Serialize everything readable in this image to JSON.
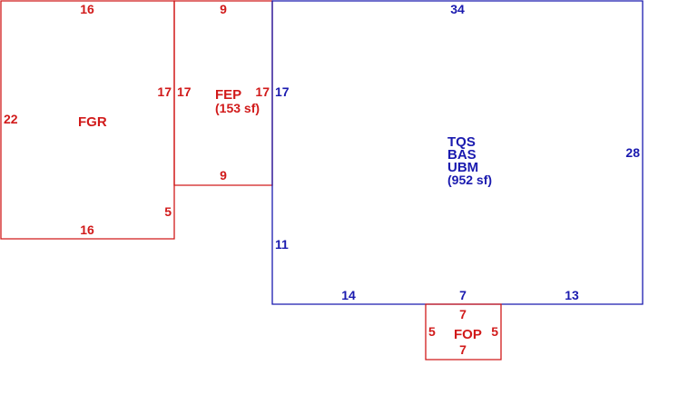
{
  "colors": {
    "red": "#d11a1a",
    "blue": "#1a1aaf"
  },
  "areas": {
    "fgr": {
      "labels": [
        "FGR"
      ],
      "dims": {
        "top": "16",
        "left": "22",
        "right": "17",
        "bottom_right": "5",
        "bottom": "16"
      }
    },
    "fep": {
      "labels": [
        "FEP",
        "(153 sf)"
      ],
      "dims": {
        "top": "9",
        "left": "17",
        "right": "17",
        "bottom": "9"
      }
    },
    "main": {
      "labels": [
        "TQS",
        "BAS",
        "UBM",
        "(952 sf)"
      ],
      "dims": {
        "top": "34",
        "left_upper": "17",
        "left_lower": "11",
        "right": "28",
        "bottom_left": "14",
        "bottom_mid": "7",
        "bottom_right": "13"
      }
    },
    "fop": {
      "labels": [
        "FOP"
      ],
      "dims": {
        "top": "7",
        "left": "5",
        "right": "5",
        "bottom": "7"
      }
    }
  }
}
